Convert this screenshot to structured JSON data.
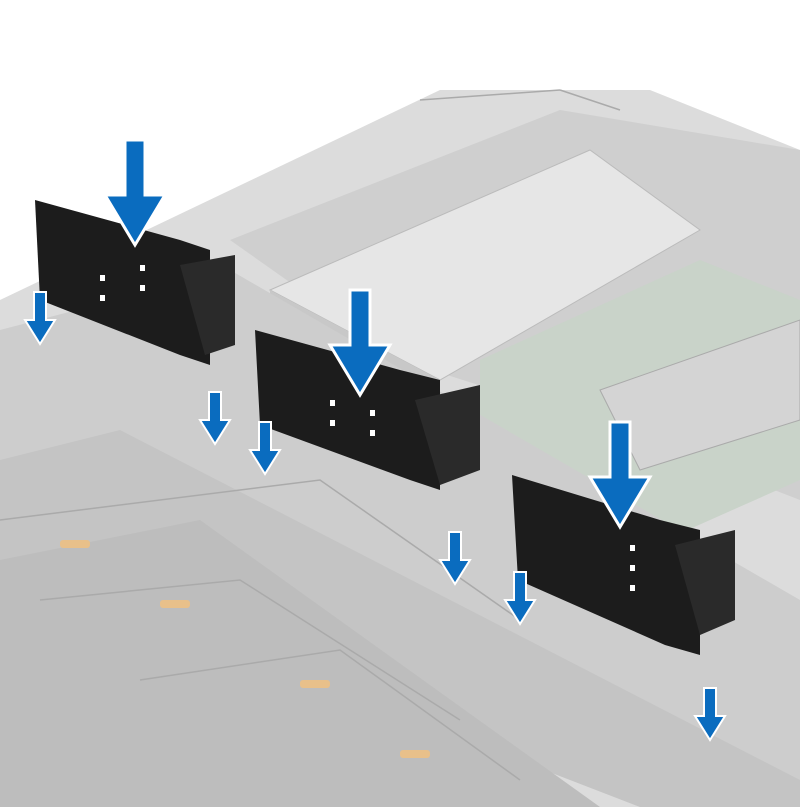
{
  "figure": {
    "subject": "server-chassis-air-shroud-bracket-installation",
    "colors": {
      "background": "#ffffff",
      "chassis": "#d9d9d9",
      "chassis_dark": "#bdbdbd",
      "board": "#cfd8cf",
      "bracket": "#1c1c1c",
      "arrow": "#0a6cbf"
    },
    "icons": {
      "large_arrow": "arrow-down-icon",
      "small_arrow": "arrow-down-icon"
    },
    "bracket_count": 3,
    "small_arrow_count": 6
  }
}
